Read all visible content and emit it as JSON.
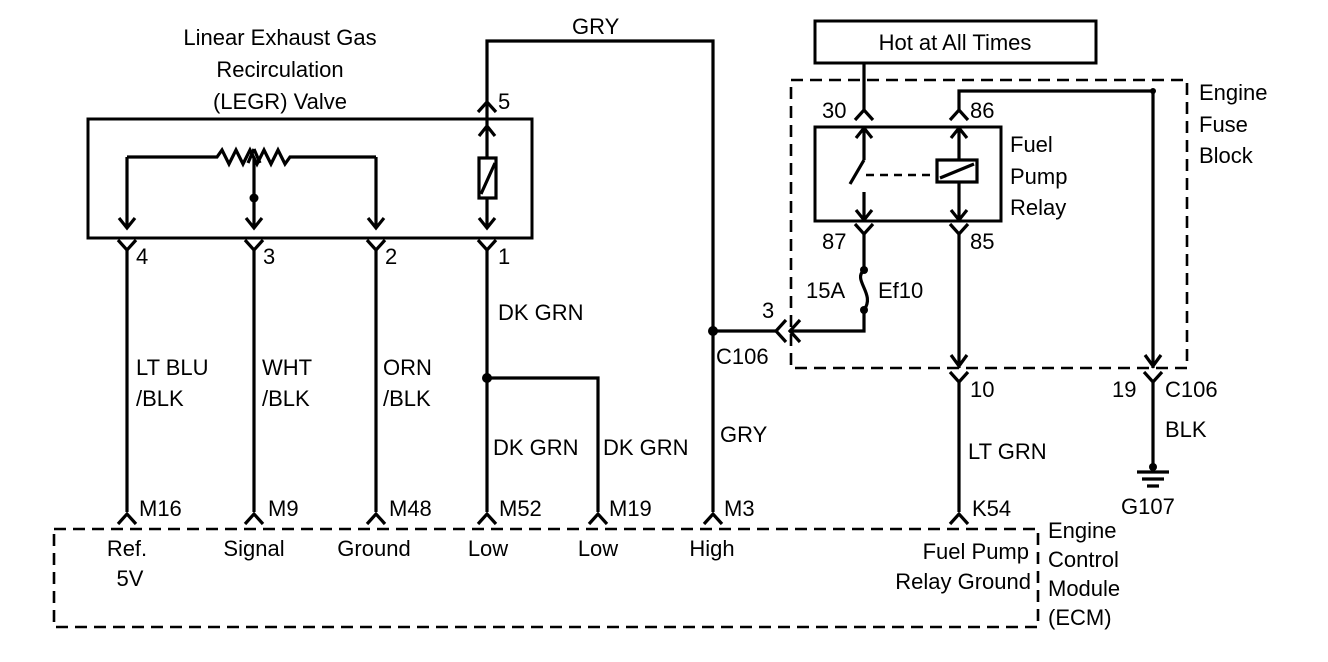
{
  "legr_valve": {
    "title_lines": [
      "Linear Exhaust Gas",
      "Recirculation",
      "(LEGR) Valve"
    ],
    "pins": [
      "4",
      "3",
      "2",
      "1",
      "5"
    ]
  },
  "relay_block": {
    "supply_label": "Hot at All Times",
    "block_label_lines": [
      "Engine",
      "Fuse",
      "Block"
    ],
    "relay_label_lines": [
      "Fuel",
      "Pump",
      "Relay"
    ],
    "pins": [
      "30",
      "86",
      "87",
      "85"
    ],
    "fuse_rating": "15A",
    "fuse_name": "Ef10"
  },
  "connectors": {
    "c106_pin_left": "3",
    "c106_left": "C106",
    "pin_10": "10",
    "pin_19": "19",
    "c106_right": "C106"
  },
  "ground": {
    "name": "G107",
    "wire": "BLK"
  },
  "wires": {
    "gry_top": "GRY",
    "gry_mid": "GRY",
    "dk_grn_upper": "DK GRN",
    "dk_grn_low_left": "DK GRN",
    "dk_grn_low_right": "DK GRN",
    "lt_blu_blk": [
      "LT BLU",
      "/BLK"
    ],
    "wht_blk": [
      "WHT",
      "/BLK"
    ],
    "orn_blk": [
      "ORN",
      "/BLK"
    ],
    "lt_grn": "LT GRN"
  },
  "ecm": {
    "label_lines": [
      "Engine",
      "Control",
      "Module",
      "(ECM)"
    ],
    "terminals": [
      {
        "pin": "M16",
        "lines": [
          "Ref.",
          "5V"
        ]
      },
      {
        "pin": "M9",
        "lines": [
          "Signal"
        ]
      },
      {
        "pin": "M48",
        "lines": [
          "Ground"
        ]
      },
      {
        "pin": "M52",
        "lines": [
          "Low"
        ]
      },
      {
        "pin": "M19",
        "lines": [
          "Low"
        ]
      },
      {
        "pin": "M3",
        "lines": [
          "High"
        ]
      },
      {
        "pin": "K54",
        "lines": [
          "Fuel Pump",
          "Relay Ground"
        ]
      }
    ]
  }
}
